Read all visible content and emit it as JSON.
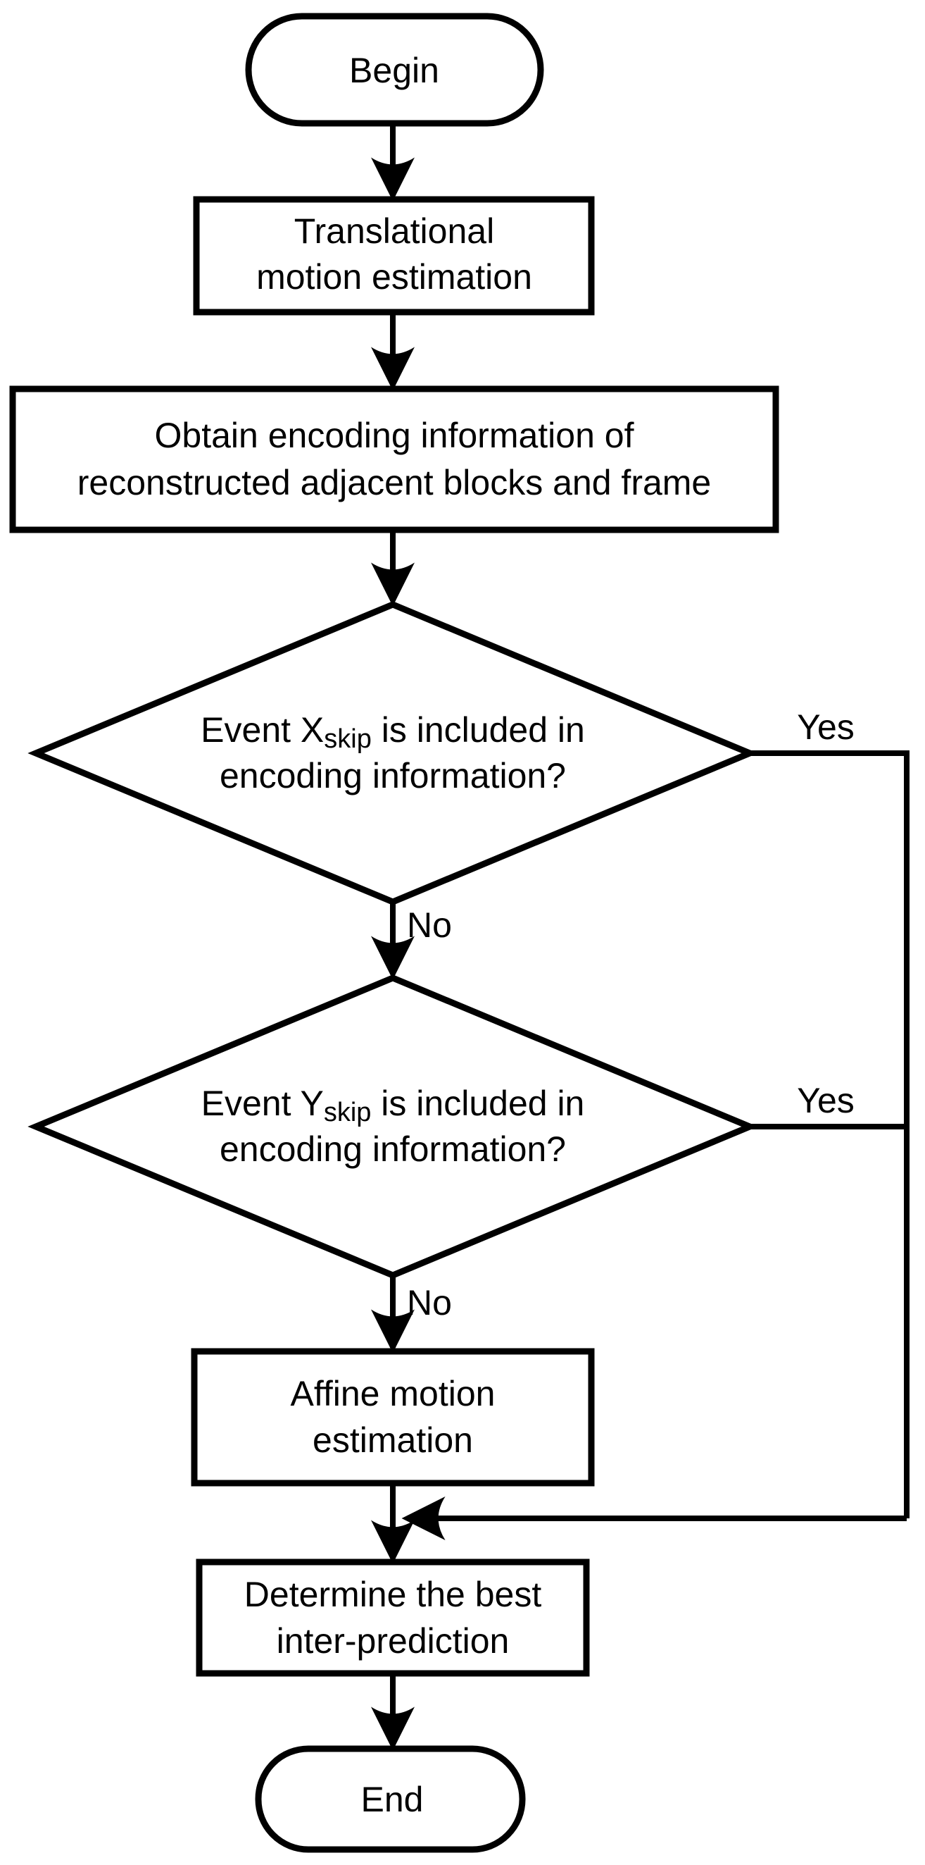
{
  "colors": {
    "ink": "#000000",
    "background": "#ffffff"
  },
  "nodes": {
    "begin": {
      "label": "Begin"
    },
    "translational": {
      "line1": "Translational",
      "line2": "motion estimation"
    },
    "obtain": {
      "line1": "Obtain encoding information of",
      "line2": "reconstructed adjacent blocks and frame"
    },
    "decision_x": {
      "line1_pre": "Event X",
      "line1_sub": "skip",
      "line1_post": " is included in",
      "line2": "encoding information?"
    },
    "decision_y": {
      "line1_pre": "Event Y",
      "line1_sub": "skip",
      "line1_post": " is included in",
      "line2": "encoding information?"
    },
    "affine": {
      "line1": "Affine motion",
      "line2": "estimation"
    },
    "determine": {
      "line1": "Determine the best",
      "line2": "inter-prediction"
    },
    "end": {
      "label": "End"
    }
  },
  "edge_labels": {
    "decision_x_yes": "Yes",
    "decision_x_no": "No",
    "decision_y_yes": "Yes",
    "decision_y_no": "No"
  }
}
